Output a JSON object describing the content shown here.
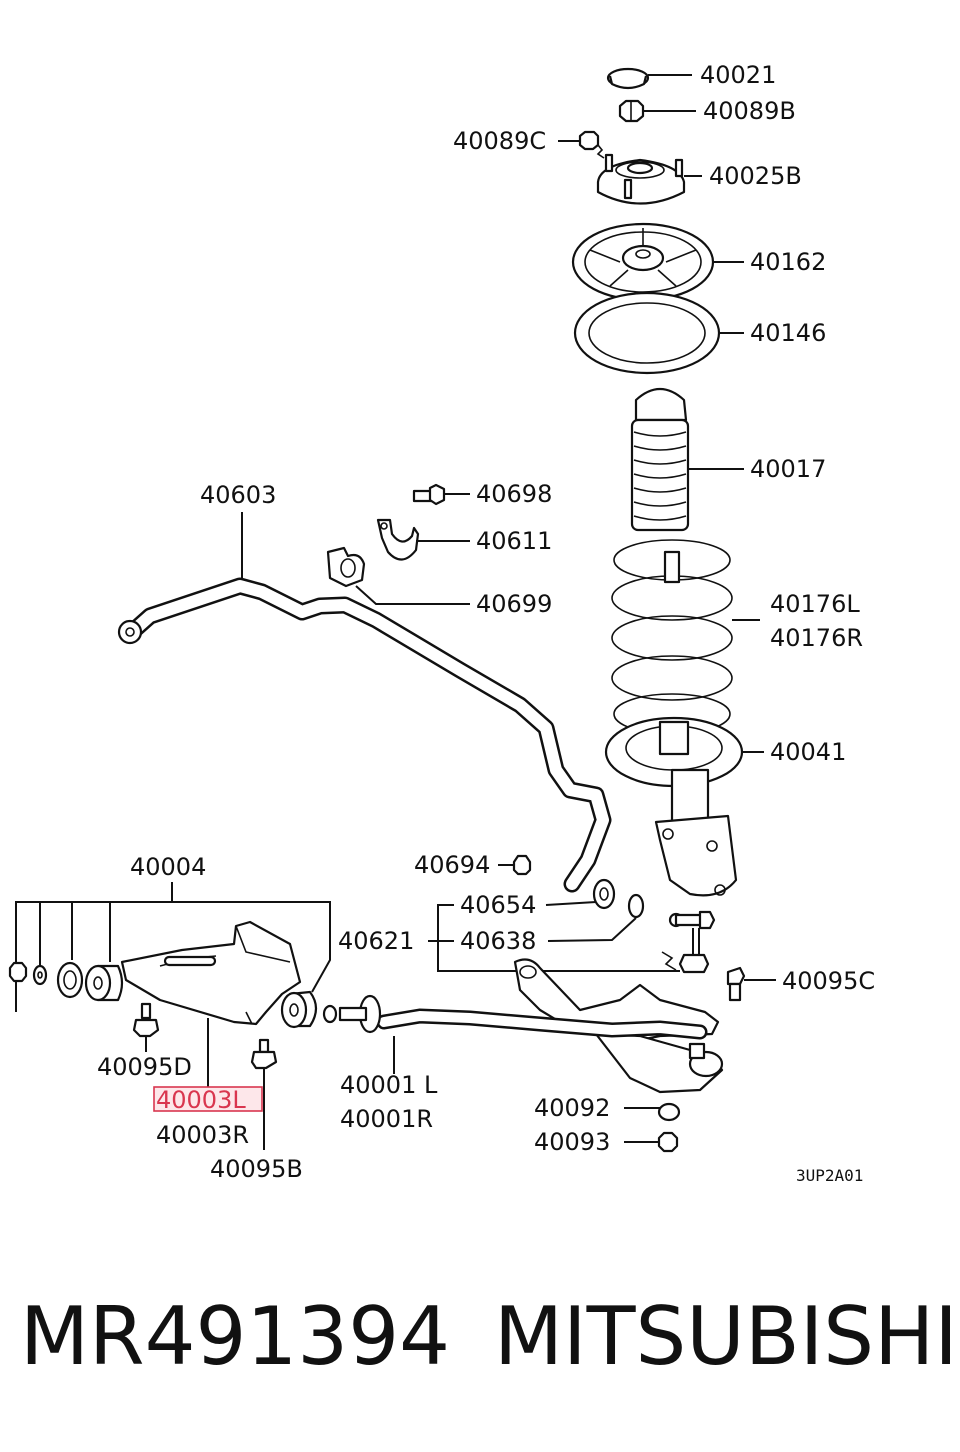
{
  "callouts": {
    "p40021": "40021",
    "p40089B": "40089B",
    "p40089C": "40089C",
    "p40025B": "40025B",
    "p40162": "40162",
    "p40146": "40146",
    "p40017": "40017",
    "p40603": "40603",
    "p40698": "40698",
    "p40611": "40611",
    "p40699": "40699",
    "p40176L": "40176L",
    "p40176R": "40176R",
    "p40041": "40041",
    "p40004": "40004",
    "p40694": "40694",
    "p40654": "40654",
    "p40621": "40621",
    "p40638": "40638",
    "p40095C": "40095C",
    "p40095D": "40095D",
    "p40003L": "40003L",
    "p40003R": "40003R",
    "p40095B": "40095B",
    "p40001L": "40001 L",
    "p40001R": "40001R",
    "p40092": "40092",
    "p40093": "40093"
  },
  "diagram_code": "3UP2A01",
  "footer": {
    "part_number": "MR491394",
    "brand": "MITSUBISHI"
  },
  "highlighted_part": "40003L",
  "highlight_color": "#d9364f"
}
